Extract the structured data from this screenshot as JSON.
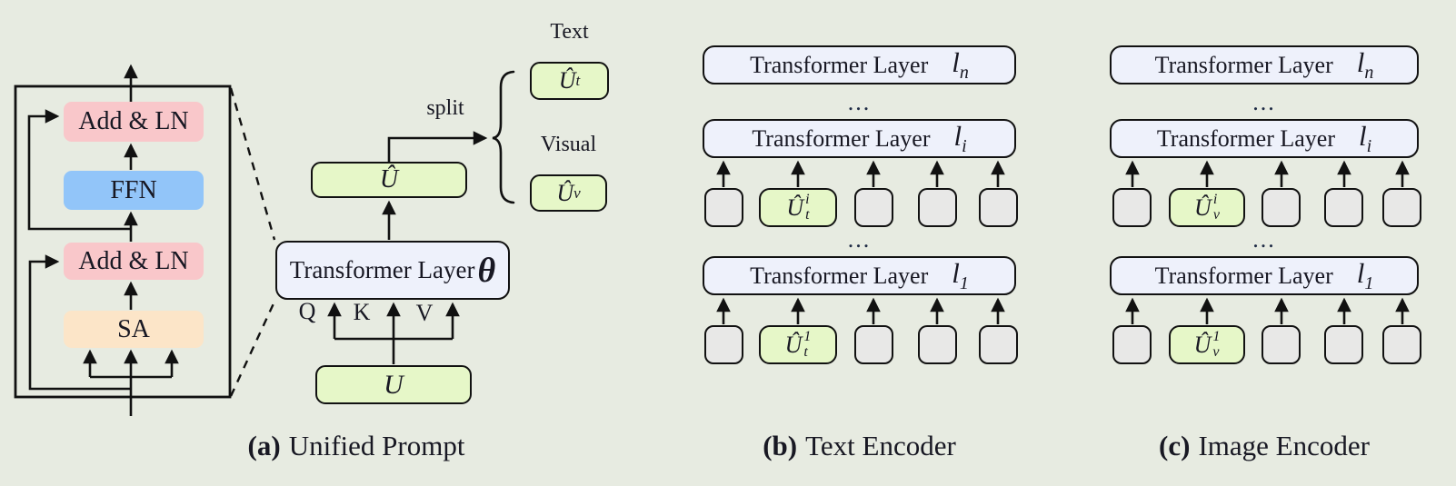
{
  "panel_a": {
    "caption_prefix": "(a)",
    "caption": "Unified Prompt",
    "inner_blocks": {
      "add_ln_top": "Add & LN",
      "ffn": "FFN",
      "add_ln_bottom": "Add & LN",
      "sa": "SA"
    },
    "transformer_box": {
      "label": "Transformer Layer",
      "param": "θ"
    },
    "qkv": {
      "q": "Q",
      "k": "K",
      "v": "V"
    },
    "input_symbol": "U",
    "output_symbol": "Û",
    "split_label": "split",
    "text_branch": {
      "label": "Text",
      "symbol": "Û",
      "sub": "t"
    },
    "visual_branch": {
      "label": "Visual",
      "symbol": "Û",
      "sub": "v"
    }
  },
  "panel_b": {
    "caption_prefix": "(b)",
    "caption": "Text Encoder",
    "dots": "...",
    "layers": [
      {
        "label": "Transformer Layer",
        "symbol": "l",
        "sub": "n"
      },
      {
        "label": "Transformer Layer",
        "symbol": "l",
        "sub": "i"
      },
      {
        "label": "Transformer Layer",
        "symbol": "l",
        "sub": "1"
      }
    ],
    "token_i": {
      "symbol": "Û",
      "sup": "i",
      "sub": "t"
    },
    "token_1": {
      "symbol": "Û",
      "sup": "1",
      "sub": "t"
    }
  },
  "panel_c": {
    "caption_prefix": "(c)",
    "caption": "Image Encoder",
    "dots": "...",
    "layers": [
      {
        "label": "Transformer Layer",
        "symbol": "l",
        "sub": "n"
      },
      {
        "label": "Transformer Layer",
        "symbol": "l",
        "sub": "i"
      },
      {
        "label": "Transformer Layer",
        "symbol": "l",
        "sub": "1"
      }
    ],
    "token_i": {
      "symbol": "Û",
      "sup": "i",
      "sub": "v"
    },
    "token_1": {
      "symbol": "Û",
      "sup": "1",
      "sub": "v"
    }
  },
  "colors": {
    "background": "#e7ebe1",
    "pink": "#f9c7ca",
    "blue": "#92c5f9",
    "peach": "#fce5c8",
    "green": "#e6f7c8",
    "lavender": "#eef1fb",
    "token_gray": "#e8e8e7",
    "line": "#111111"
  }
}
